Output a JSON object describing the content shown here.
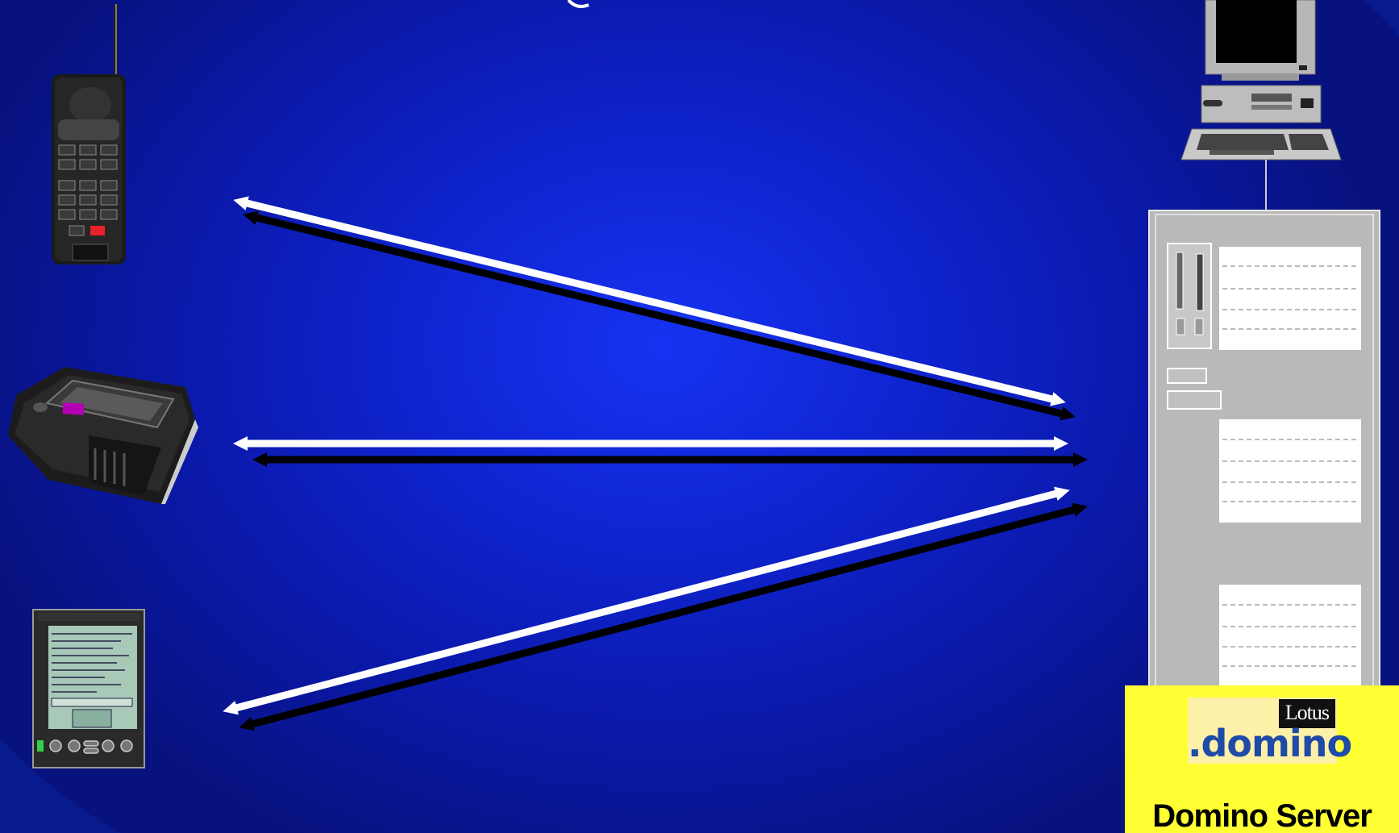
{
  "server": {
    "label": "Domino Server",
    "brand_small": "Lotus",
    "brand_large": ".domino"
  },
  "devices": {
    "pager_screen_color": "#b400b4",
    "phone_highlight_key_color": "#e8202a"
  },
  "colors": {
    "background": "#1024d0",
    "arrow": "#ffffff",
    "arrow_shadow": "#000000",
    "label_background": "#ffff33"
  }
}
